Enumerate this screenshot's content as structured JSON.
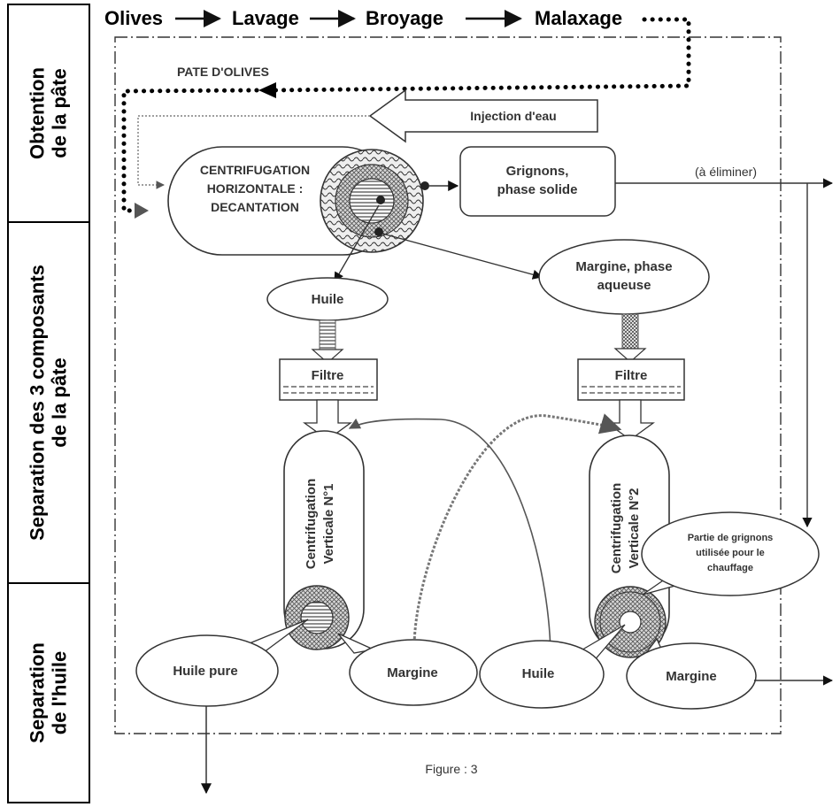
{
  "process_chain": {
    "steps": [
      "Olives",
      "Lavage",
      "Broyage",
      "Malaxage"
    ]
  },
  "sections": [
    {
      "line1": "Obtention",
      "line2": "de la pâte"
    },
    {
      "line1": "Separation des 3 composants",
      "line2": "de la pâte"
    },
    {
      "line1": "Separation",
      "line2": "de l'huile"
    }
  ],
  "labels": {
    "pate_olives": "PATE D'OLIVES",
    "injection_eau": "Injection d'eau",
    "centrifugation_horizontale": [
      "CENTRIFUGATION",
      "HORIZONTALE :",
      "DECANTATION"
    ],
    "grignons": [
      "Grignons,",
      "phase solide"
    ],
    "a_eliminer": "(à éliminer)",
    "huile": "Huile",
    "margine_aqueuse": [
      "Margine, phase",
      "aqueuse"
    ],
    "filtre_1": "Filtre",
    "filtre_2": "Filtre",
    "centrifugation_v1": [
      "Centrifugation",
      "Verticale   N°1"
    ],
    "centrifugation_v2": [
      "Centrifugation",
      "Verticale   N°2"
    ],
    "partie_grignons": [
      "Partie de grignons",
      "utilisée pour le",
      "chauffage"
    ],
    "huile_pure": "Huile pure",
    "margine_1": "Margine",
    "huile_2": "Huile",
    "margine_2": "Margine",
    "figure": "Figure : 3"
  }
}
